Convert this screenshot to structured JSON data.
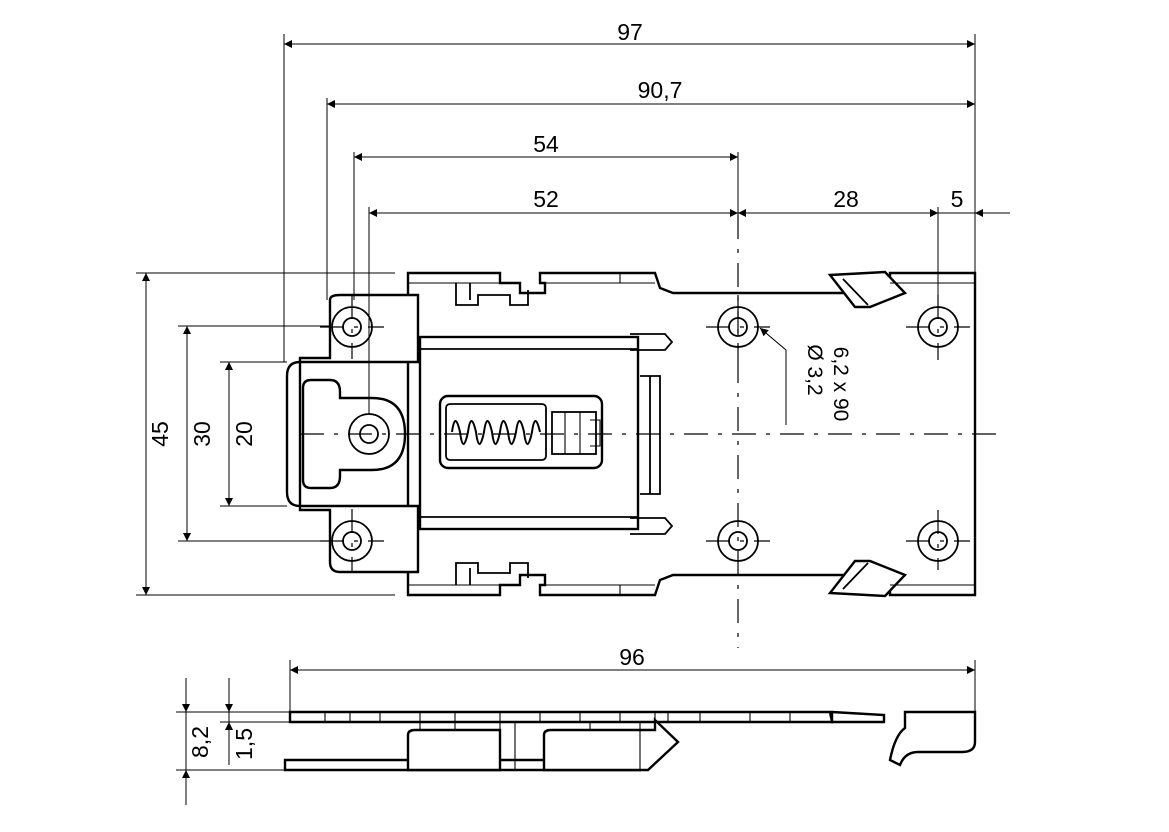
{
  "top_view": {
    "dimensions": {
      "overall_length": "97",
      "hole_span_outer": "90,7",
      "length_54": "54",
      "length_52": "52",
      "offset_28": "28",
      "offset_5": "5",
      "height_45": "45",
      "height_30": "30",
      "height_20": "20"
    },
    "hole_note": {
      "line1": "6,2 x 90",
      "line2": "Ø 3,2"
    }
  },
  "side_view": {
    "dimensions": {
      "length_96": "96",
      "height_8_2": "8,2",
      "thickness_1_5": "1,5"
    }
  }
}
